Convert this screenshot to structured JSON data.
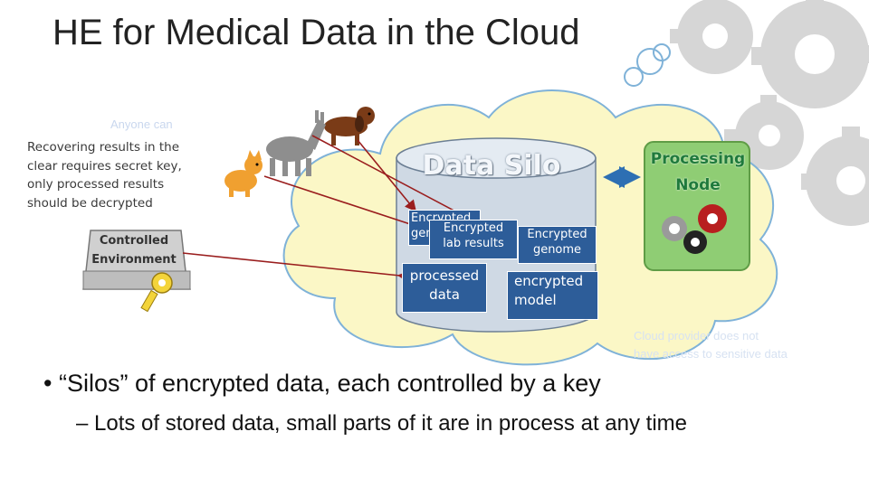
{
  "title": "HE for Medical Data in the Cloud",
  "left_note": {
    "faded_label": "Anyone can",
    "text": "Recovering results in the clear requires secret key, only processed results should be decrypted"
  },
  "controlled_environment": {
    "label_line1": "Controlled",
    "label_line2": "Environment"
  },
  "data_silo": {
    "title": "Data Silo",
    "boxes": {
      "encrypted_genome_1_line1": "Encrypted",
      "encrypted_genome_1_line2": "gen",
      "encrypted_lab_line1": "Encrypted",
      "encrypted_lab_line2": "lab results",
      "encrypted_genome_2_line1": "Encrypted",
      "encrypted_genome_2_line2": "genome",
      "processed_line1": "processed",
      "processed_line2": "data",
      "model_line1": "encrypted",
      "model_line2": "model"
    }
  },
  "processing_node": {
    "title_line1": "Processing",
    "title_line2": "Node"
  },
  "cloud_note_faded": {
    "line1": "Cloud provider does not",
    "line2": "have access to sensitive data"
  },
  "bullets": {
    "main": "• “Silos” of encrypted data, each controlled by a key",
    "sub": "– Lots of stored data, small parts of it are in process at any time"
  },
  "colors": {
    "cloud_fill": "#fbf7c6",
    "cloud_stroke": "#7fb2d8",
    "silo_fill": "#cfd9e4",
    "box_fill": "#2d5d99",
    "processing_fill": "#8fcd74",
    "arrow": "#9a1e1e",
    "gear": "#c8c8c8"
  },
  "icons": [
    "gear-icon",
    "key-icon",
    "server-icon",
    "dog-icon",
    "donkey-icon",
    "cat-icon",
    "double-arrow-icon"
  ]
}
